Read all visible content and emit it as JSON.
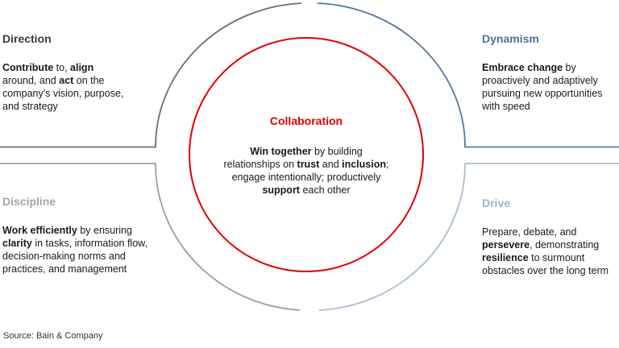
{
  "quadrants": [
    {
      "id": "direction",
      "title": "Direction",
      "title_color": "#3b3b3b",
      "arc_color": "#6e6e6e",
      "lines": [
        [
          {
            "t": "Contribute",
            "b": true
          },
          {
            "t": " to, "
          },
          {
            "t": "align",
            "b": true
          }
        ],
        [
          {
            "t": "around, and "
          },
          {
            "t": "act",
            "b": true
          },
          {
            "t": " on the"
          }
        ],
        [
          {
            "t": "company's vision, purpose,"
          }
        ],
        [
          {
            "t": "and strategy"
          }
        ]
      ]
    },
    {
      "id": "dynamism",
      "title": "Dynamism",
      "title_color": "#4d7293",
      "arc_color": "#54779c",
      "lines": [
        [
          {
            "t": "Embrace change",
            "b": true
          },
          {
            "t": " by"
          }
        ],
        [
          {
            "t": "proactively and adaptively"
          }
        ],
        [
          {
            "t": "pursuing new opportunities"
          }
        ],
        [
          {
            "t": "with speed"
          }
        ]
      ]
    },
    {
      "id": "discipline",
      "title": "Discipline",
      "title_color": "#a6a6a6",
      "arc_color": "#9e9e9e",
      "lines": [
        [
          {
            "t": "Work efficiently",
            "b": true
          },
          {
            "t": " by ensuring"
          }
        ],
        [
          {
            "t": "clarity",
            "b": true
          },
          {
            "t": " in tasks, information flow,"
          }
        ],
        [
          {
            "t": "decision-making norms and"
          }
        ],
        [
          {
            "t": "practices, and management"
          }
        ]
      ]
    },
    {
      "id": "drive",
      "title": "Drive",
      "title_color": "#9fb6cb",
      "arc_color": "#a9bed3",
      "lines": [
        [
          {
            "t": "Prepare, debate, and"
          }
        ],
        [
          {
            "t": "persevere",
            "b": true
          },
          {
            "t": ", demonstrating"
          }
        ],
        [
          {
            "t": "resilience",
            "b": true
          },
          {
            "t": " to surmount"
          }
        ],
        [
          {
            "t": "obstacles over the long term"
          }
        ]
      ]
    }
  ],
  "center": {
    "title": "Collaboration",
    "title_color": "#e00000",
    "circle_color": "#e00000",
    "lines": [
      [
        {
          "t": "Win together",
          "b": true
        },
        {
          "t": " by building"
        }
      ],
      [
        {
          "t": "relationships on "
        },
        {
          "t": "trust",
          "b": true
        },
        {
          "t": " and "
        },
        {
          "t": "inclusion",
          "b": true
        },
        {
          "t": ";"
        }
      ],
      [
        {
          "t": "engage intentionally; productively"
        }
      ],
      [
        {
          "t": "support",
          "b": true
        },
        {
          "t": " each other"
        }
      ]
    ]
  },
  "source": "Source: Bain & Company"
}
